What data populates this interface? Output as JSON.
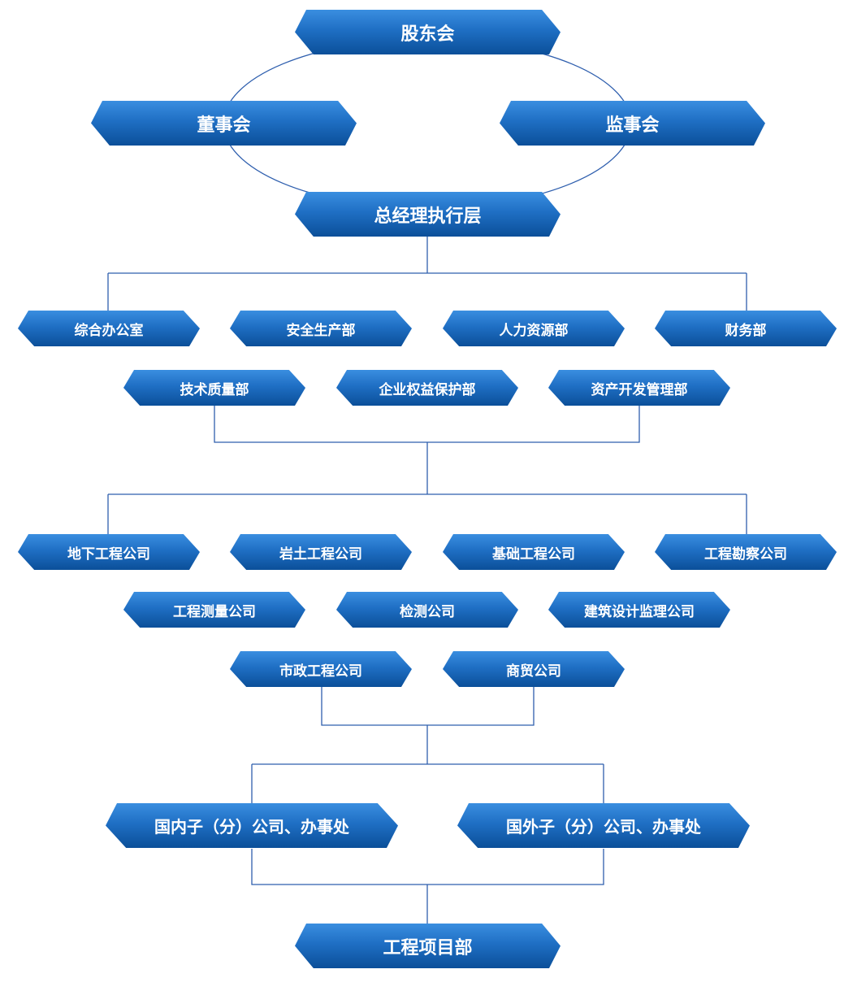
{
  "nodes": {
    "shareholders": "股东会",
    "board": "董事会",
    "supervisors": "监事会",
    "gm": "总经理执行层",
    "dept_general_office": "综合办公室",
    "dept_safety": "安全生产部",
    "dept_hr": "人力资源部",
    "dept_finance": "财务部",
    "dept_tech_quality": "技术质量部",
    "dept_rights": "企业权益保护部",
    "dept_asset_dev": "资产开发管理部",
    "co_underground": "地下工程公司",
    "co_geotech": "岩土工程公司",
    "co_foundation": "基础工程公司",
    "co_survey": "工程勘察公司",
    "co_measure": "工程测量公司",
    "co_testing": "检测公司",
    "co_design": "建筑设计监理公司",
    "co_municipal": "市政工程公司",
    "co_trade": "商贸公司",
    "domestic": "国内子（分）公司、办事处",
    "overseas": "国外子（分）公司、办事处",
    "project": "工程项目部"
  },
  "colors": {
    "node_top": "#3a8ee0",
    "node_bottom": "#0b4f99",
    "connector": "#2f5fae"
  }
}
